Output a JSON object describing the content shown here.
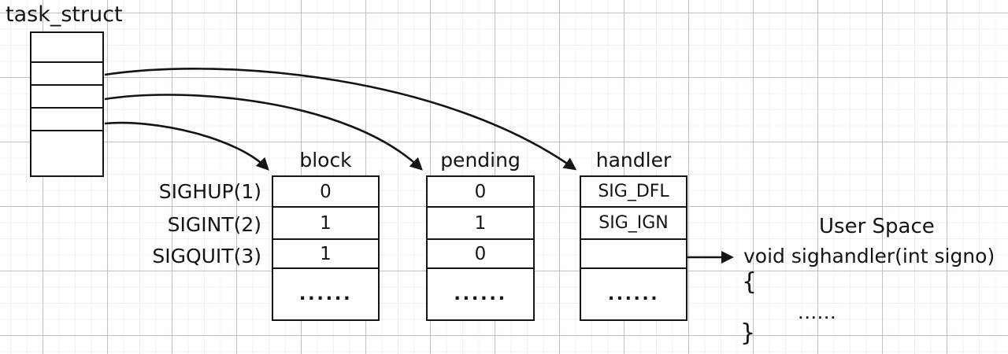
{
  "task_struct_label": "task_struct",
  "row_labels": [
    "SIGHUP(1)",
    "SIGINT(2)",
    "SIGQUIT(3)"
  ],
  "tables": [
    {
      "name": "block",
      "header": "block",
      "cells": [
        "0",
        "1",
        "1",
        "......"
      ]
    },
    {
      "name": "pending",
      "header": "pending",
      "cells": [
        "0",
        "1",
        "0",
        "......"
      ]
    },
    {
      "name": "handler",
      "header": "handler",
      "cells": [
        "SIG_DFL",
        "SIG_IGN",
        "",
        "......"
      ]
    }
  ],
  "user_space": {
    "title": "User Space",
    "signature": "void sighandler(int signo)",
    "open_brace": "{",
    "body": "......",
    "close_brace": "}"
  },
  "colors": {
    "stroke": "#141414",
    "background": "#ffffff",
    "grid_major": "#c4bebe"
  }
}
